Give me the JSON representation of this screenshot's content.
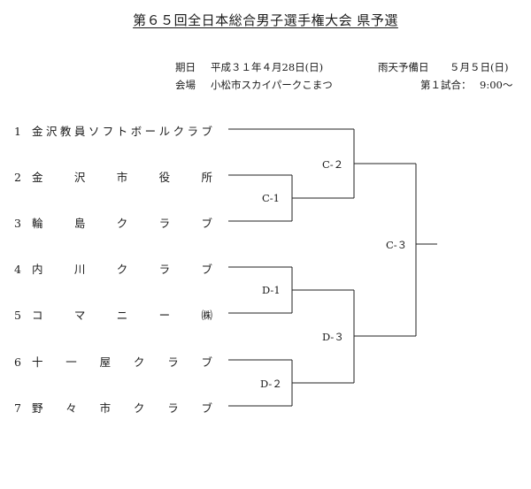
{
  "title": "第６５回全日本総合男子選手権大会 県予選",
  "info": {
    "date_label": "期日",
    "date_value": "平成３１年４月28日(日)",
    "rain_label": "雨天予備日",
    "rain_value": "５月５日(日)",
    "venue_label": "会場",
    "venue_value": "小松市スカイパークこまつ",
    "first_match_label": "第１試合：",
    "first_match_time": "9:00～"
  },
  "teams": [
    {
      "num": "1",
      "name": "金沢教員ソフトボールクラブ"
    },
    {
      "num": "2",
      "name": "金沢市役所"
    },
    {
      "num": "3",
      "name": "輪島クラブ"
    },
    {
      "num": "4",
      "name": "内川クラブ"
    },
    {
      "num": "5",
      "name": "コマニー㈱"
    },
    {
      "num": "6",
      "name": "十一屋クラブ"
    },
    {
      "num": "7",
      "name": "野々市クラブ"
    }
  ],
  "matches": {
    "c1": "C-1",
    "c2": "C-２",
    "c3": "C-３",
    "d1": "D-1",
    "d2": "D-２",
    "d3": "D-３"
  }
}
